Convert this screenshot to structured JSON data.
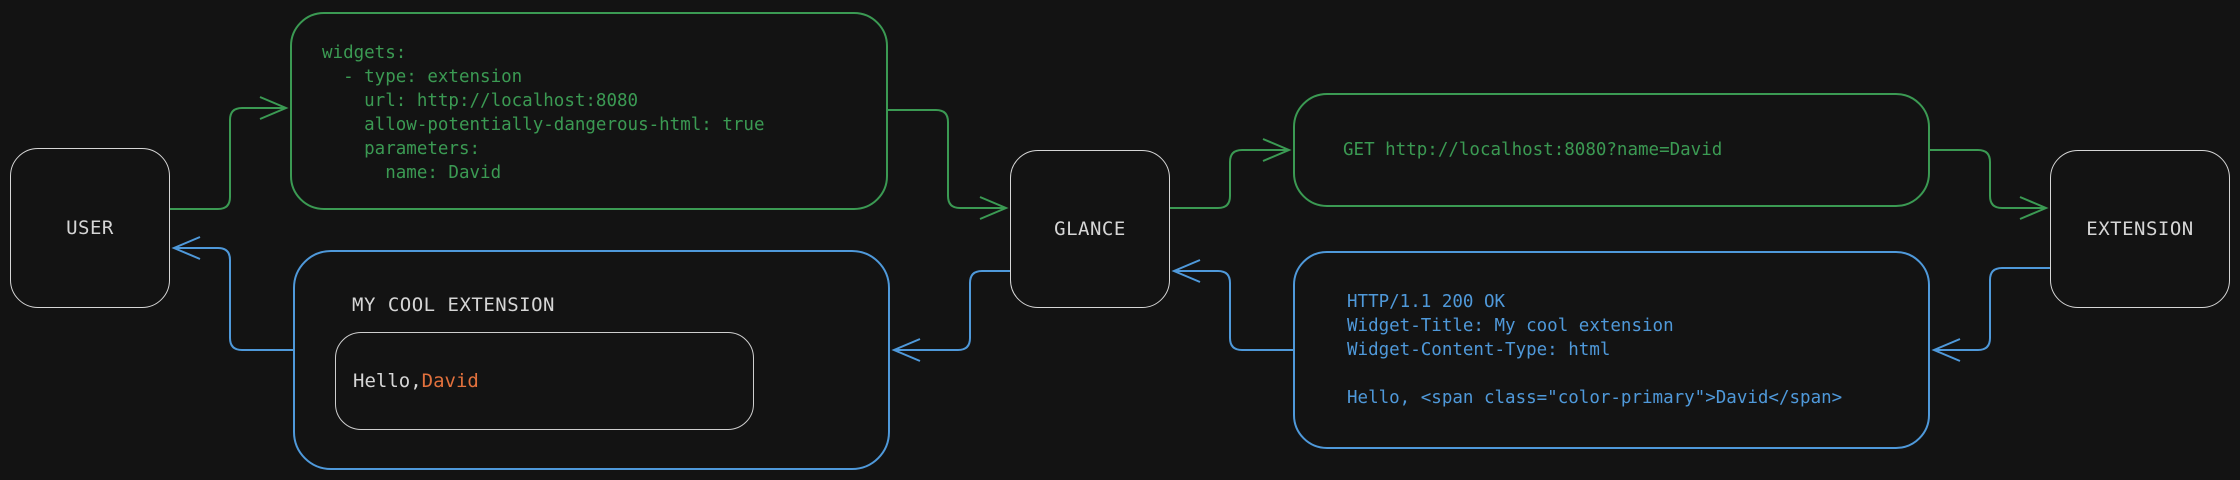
{
  "colors": {
    "background": "#131313",
    "green": "#3b9a53",
    "blue": "#4f99da",
    "orange": "#e2713d",
    "gray": "#d6d6d6"
  },
  "nodes": {
    "user": {
      "label": "USER"
    },
    "glance": {
      "label": "GLANCE"
    },
    "extension": {
      "label": "EXTENSION"
    }
  },
  "boxes": {
    "config": {
      "code": "widgets:\n  - type: extension\n    url: http://localhost:8080\n    allow-potentially-dangerous-html: true\n    parameters:\n      name: David"
    },
    "request": {
      "code": "GET http://localhost:8080?name=David"
    },
    "response": {
      "code": "HTTP/1.1 200 OK\nWidget-Title: My cool extension\nWidget-Content-Type: html\n\nHello, <span class=\"color-primary\">David</span>"
    },
    "widget": {
      "title": "MY COOL EXTENSION",
      "greeting_prefix": "Hello, ",
      "greeting_name": "David"
    }
  }
}
